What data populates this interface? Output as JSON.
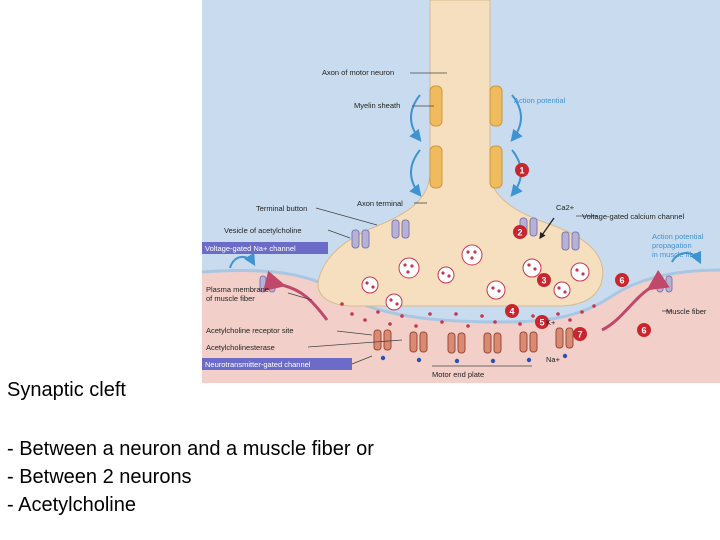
{
  "diagram": {
    "labels": {
      "axon_of_motor_neuron": "Axon of motor neuron",
      "myelin_sheath": "Myelin sheath",
      "action_potential": "Action potential",
      "terminal_button": "Terminal button",
      "axon_terminal": "Axon terminal",
      "vesicle_of_acetylcholine": "Vesicle of acetylcholine",
      "voltage_gated_na_channel": "Voltage-gated Na+ channel",
      "ca2": "Ca2+",
      "voltage_gated_calcium_channel": "Voltage-gated calcium channel",
      "ap_propagation_1": "Action potential",
      "ap_propagation_2": "propagation",
      "ap_propagation_3": "in muscle fiber",
      "plasma_membrane_1": "Plasma membrane",
      "plasma_membrane_2": "of muscle fiber",
      "muscle_fiber": "Muscle fiber",
      "ach_receptor_site": "Acetylcholine receptor site",
      "acetylcholinesterase": "Acetylcholinesterase",
      "neurotransmitter_gated_channel": "Neurotransmitter-gated channel",
      "k_plus": "K+",
      "na_plus": "Na+",
      "motor_end_plate": "Motor end plate"
    },
    "steps": [
      "1",
      "2",
      "3",
      "4",
      "5",
      "6",
      "7",
      "6"
    ],
    "colors": {
      "background": "#c9dcef",
      "neuron": "#f6dfbf",
      "myelin": "#f0bb5e",
      "muscle": "#f2d0c9",
      "step_badge": "#c9252e",
      "label_box": "#6c6cc8",
      "arrow_blue": "#3f93d1"
    }
  },
  "text": {
    "title": "Synaptic cleft",
    "bullets": [
      "- Between a neuron and a muscle fiber or",
      "- Between 2 neurons",
      "- Acetylcholine"
    ]
  }
}
